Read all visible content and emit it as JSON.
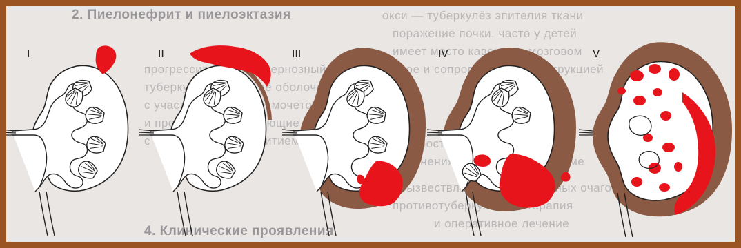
{
  "figure": {
    "stages": [
      {
        "id": "I",
        "label": "I"
      },
      {
        "id": "II",
        "label": "II"
      },
      {
        "id": "III",
        "label": "III"
      },
      {
        "id": "IV",
        "label": "IV"
      },
      {
        "id": "V",
        "label": "V"
      }
    ]
  },
  "background_text": {
    "heading_top": "2. Пиелонефрит и пиелоэктазия",
    "heading_bottom": "4. Клинические проявления"
  },
  "colors": {
    "frame": "#9a5322",
    "paper": "#e9e6e4",
    "capsule": "#8b5a44",
    "lesion": "#e8141b",
    "outline": "#222222"
  }
}
